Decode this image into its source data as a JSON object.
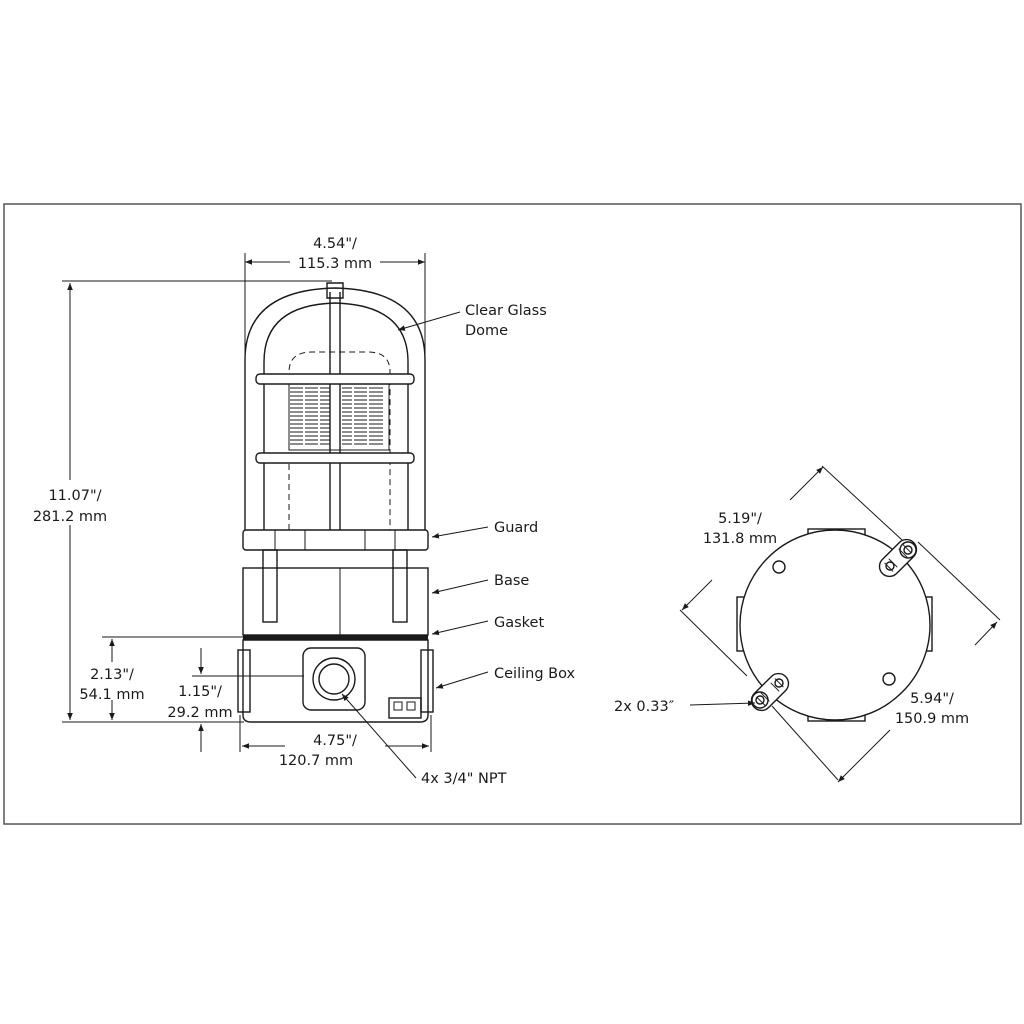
{
  "dimensions": {
    "top_width": "4.54\"/",
    "top_width_mm": "115.3 mm",
    "overall_height": "11.07\"/",
    "overall_height_mm": "281.2 mm",
    "box_height": "2.13\"/",
    "box_height_mm": "54.1 mm",
    "hub_height": "1.15\"/",
    "hub_height_mm": "29.2 mm",
    "box_width": "4.75\"/",
    "box_width_mm": "120.7 mm",
    "plate_width": "5.19\"/",
    "plate_width_mm": "131.8 mm",
    "plate_diag": "5.94\"/",
    "plate_diag_mm": "150.9 mm"
  },
  "callouts": {
    "dome_line1": "Clear Glass",
    "dome_line2": "Dome",
    "guard": "Guard",
    "base": "Base",
    "gasket": "Gasket",
    "ceiling_box": "Ceiling Box",
    "npt": "4x 3/4\" NPT",
    "holes": "2x  0.33″"
  }
}
